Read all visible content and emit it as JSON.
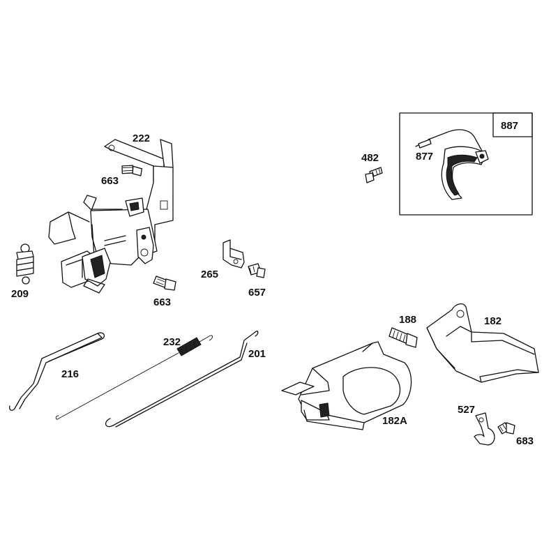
{
  "diagram": {
    "parts": [
      {
        "key": "bracket_222",
        "label": "222",
        "icon": "control-bracket-icon"
      },
      {
        "key": "bolt_663_top",
        "label": "663",
        "icon": "bolt-icon"
      },
      {
        "key": "bolt_663_bottom",
        "label": "663",
        "icon": "bolt-icon"
      },
      {
        "key": "spring_209",
        "label": "209",
        "icon": "spring-icon"
      },
      {
        "key": "clip_265",
        "label": "265",
        "icon": "clip-icon"
      },
      {
        "key": "screw_657",
        "label": "657",
        "icon": "screw-icon"
      },
      {
        "key": "screw_482",
        "label": "482",
        "icon": "screw-icon"
      },
      {
        "key": "kit_887",
        "label": "887",
        "icon": "kit-box-icon"
      },
      {
        "key": "wire_877",
        "label": "877",
        "icon": "ground-wire-icon"
      },
      {
        "key": "link_216",
        "label": "216",
        "icon": "link-rod-icon"
      },
      {
        "key": "spring_link_232",
        "label": "232",
        "icon": "spring-link-icon"
      },
      {
        "key": "link_201",
        "label": "201",
        "icon": "governor-link-icon"
      },
      {
        "key": "bolt_188",
        "label": "188",
        "icon": "bolt-icon"
      },
      {
        "key": "shield_182",
        "label": "182",
        "icon": "shield-icon"
      },
      {
        "key": "cover_182A",
        "label": "182A",
        "icon": "cover-plate-icon"
      },
      {
        "key": "clip_527",
        "label": "527",
        "icon": "clip-icon"
      },
      {
        "key": "screw_683",
        "label": "683",
        "icon": "screw-icon"
      }
    ]
  }
}
